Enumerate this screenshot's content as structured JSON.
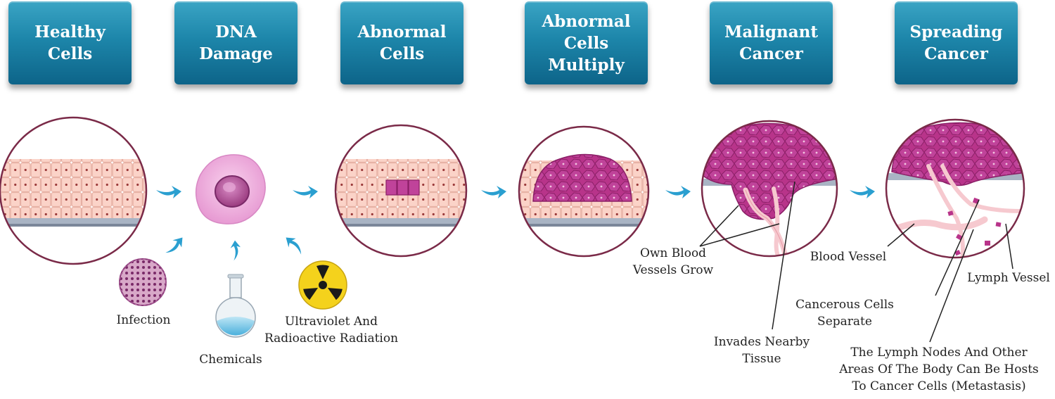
{
  "stages": [
    {
      "id": "healthy",
      "label": "Healthy Cells"
    },
    {
      "id": "dna",
      "label": "DNA Damage"
    },
    {
      "id": "abnormal",
      "label": "Abnormal\nCells"
    },
    {
      "id": "multiply",
      "label": "Abnormal\nCells\nMultiply"
    },
    {
      "id": "malignant",
      "label": "Malignant\nCancer"
    },
    {
      "id": "spreading",
      "label": "Spreading\nCancer"
    }
  ],
  "causes": {
    "infection": "Infection",
    "chemicals": "Chemicals",
    "radiation": "Ultraviolet And\nRadioactive Radiation"
  },
  "annotations": {
    "own_blood_vessels": "Own Blood\nVessels Grow",
    "invades_tissue": "Invades Nearby\nTissue",
    "blood_vessel": "Blood Vessel",
    "lymph_vessel": "Lymph Vessel",
    "cells_separate": "Cancerous Cells\nSeparate",
    "metastasis": "The Lymph Nodes And Other\nAreas Of The Body Can Be Hosts\nTo Cancer Cells (Metastasis)"
  },
  "colors": {
    "header_top": "#3aa4c4",
    "header_bottom": "#0d6489",
    "circle_border": "#7a2a48",
    "cell_fill": "#fbd3c8",
    "cell_border": "#e4a89a",
    "tumor_fill": "#b8348a",
    "arrow": "#2a9fd0",
    "radiation_yellow": "#f4d21c"
  }
}
